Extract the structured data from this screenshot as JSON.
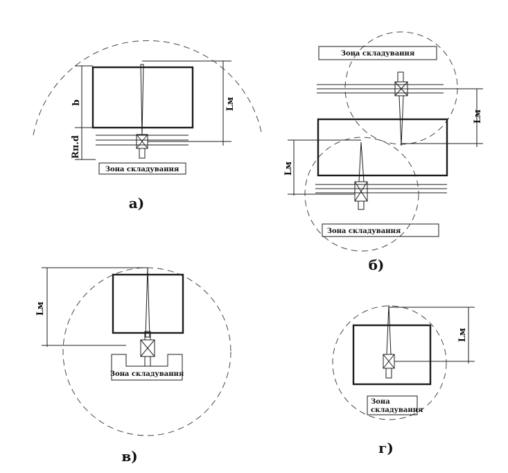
{
  "labels": {
    "zone": "Зона складування",
    "zone_line1": "Зона",
    "zone_line2": "складування",
    "b": "b",
    "rpd": "Rп.d",
    "lm": "Lм"
  },
  "captions": {
    "a": "а)",
    "b": "б)",
    "v": "в)",
    "g": "г)"
  }
}
